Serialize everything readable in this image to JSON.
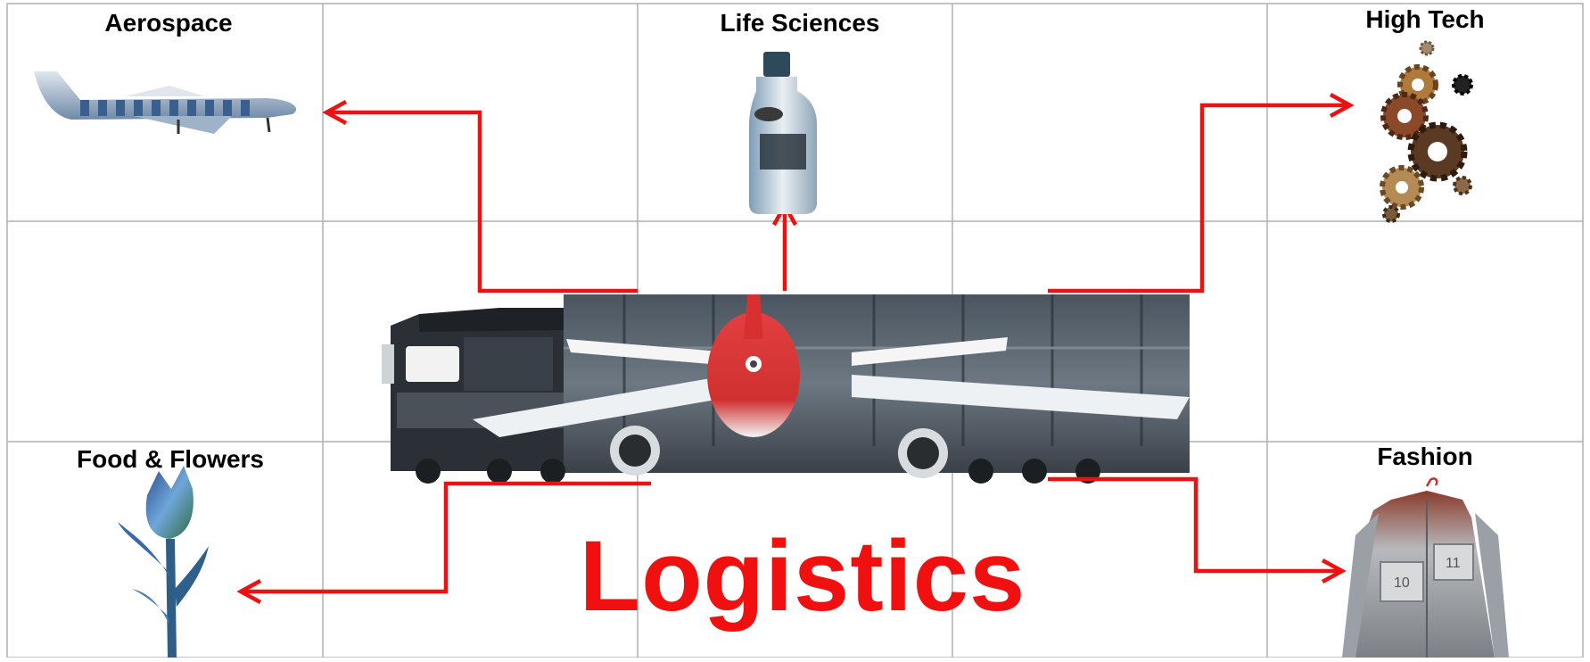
{
  "main_title": "Logistics",
  "categories": {
    "aerospace": "Aerospace",
    "life_sciences": "Life Sciences",
    "high_tech": "High Tech",
    "food_flowers": "Food & Flowers",
    "fashion": "Fashion"
  },
  "fashion_numbers": {
    "left": "10",
    "right": "11"
  },
  "colors": {
    "arrow": "#ee1111",
    "title": "#f01010",
    "grid": "#b0b0b0"
  },
  "icons": {
    "aerospace": "airplane-icon",
    "life_sciences": "vial-icon",
    "high_tech": "gears-icon",
    "food_flowers": "tulip-icon",
    "fashion": "jacket-icon",
    "center": "truck-airplane-image"
  }
}
